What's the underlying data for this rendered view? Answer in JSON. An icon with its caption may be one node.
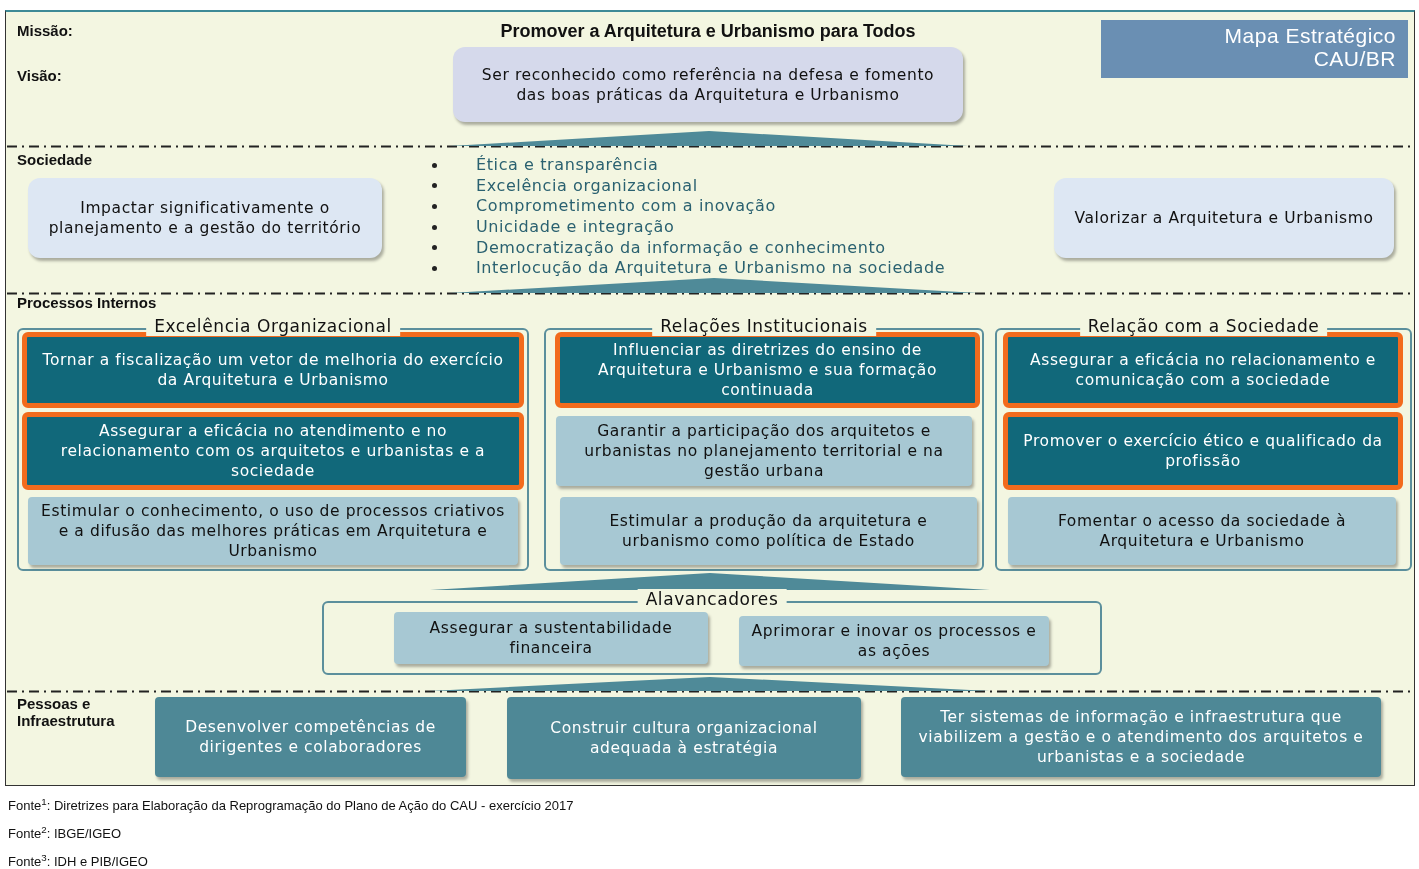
{
  "diagram": {
    "nodes": [
      {
        "text": [
          "Mapa Estratégico CAU/BR"
        ]
      },
      {
        "text": [
          "Ser reconhecido como referência na defesa e fomento das boas práticas da Arquitetura e Urbanismo"
        ]
      },
      {
        "text": [
          "Impactar significativamente o planejamento e a gestão do território"
        ]
      },
      {
        "text": [
          "Valorizar a Arquitetura e Urbanismo"
        ]
      },
      {
        "text": [
          "Excelência Organizacional"
        ]
      },
      {
        "text": [
          "Tornar a fiscalização um vetor de melhoria do exercício da Arquitetura e Urbanismo"
        ],
        "in": 4
      },
      {
        "text": [
          "Assegurar a eficácia no atendimento e no relacionamento com os arquitetos e urbanistas e a sociedade"
        ],
        "in": 4
      },
      {
        "text": [
          "Estimular o conhecimento, o uso de processos criativos e a difusão das melhores práticas em Arquitetura e Urbanismo"
        ],
        "in": 4
      },
      {
        "text": [
          "Relações Institucionais"
        ]
      },
      {
        "text": [
          "Influenciar as diretrizes do ensino de Arquitetura e Urbanismo e sua formação continuada"
        ],
        "in": 8
      },
      {
        "text": [
          "Garantir a participação dos arquitetos e urbanistas no planejamento territorial e na gestão urbana"
        ],
        "in": 8
      },
      {
        "text": [
          "Estimular a produção da arquitetura e urbanismo como política de Estado"
        ],
        "in": 8
      },
      {
        "text": [
          "Relação com a Sociedade"
        ]
      },
      {
        "text": [
          "Assegurar a eficácia no relacionamento e comunicação com a sociedade"
        ],
        "in": 12
      },
      {
        "text": [
          "Promover o exercício ético e qualificado da profissão"
        ],
        "in": 12
      },
      {
        "text": [
          "Fomentar o acesso da sociedade à Arquitetura e Urbanismo"
        ],
        "in": 12
      },
      {
        "text": [
          "Alavancadores"
        ]
      },
      {
        "text": [
          "Assegurar a sustentabilidade financeira"
        ],
        "in": 16
      },
      {
        "text": [
          "Aprimorar e inovar os processos e as ações"
        ],
        "in": 16
      },
      {
        "text": [
          "Desenvolver competências de dirigentes e colaboradores"
        ]
      },
      {
        "text": [
          "Construir cultura organizacional adequada à estratégia"
        ]
      },
      {
        "text": [
          "Ter sistemas de informação e infraestrutura que viabilizem a gestão e o atendimento dos arquitetos e urbanistas e a sociedade"
        ]
      },
      {
        "text": [],
        "shape": "triangle"
      },
      {
        "text": [],
        "shape": "triangle"
      },
      {
        "text": [],
        "shape": "triangle"
      },
      {
        "text": [],
        "shape": "triangle"
      }
    ],
    "labels": [
      "Missão:",
      "Promover a Arquitetura e Urbanismo para Todos",
      "Visão:",
      "Sociedade",
      "Ética e transparência",
      "Excelência organizacional",
      "Comprometimento com a inovação",
      "Unicidade e integração",
      "Democratização da informação e conhecimento",
      "Interlocução da Arquitetura e Urbanismo na sociedade",
      "Processos Internos",
      "Pessoas e Infraestrutura",
      "Fonte$^{1}$: Diretrizes para Elaboração da Reprogramação do Plano de Ação do CAU - exercício 2017",
      "Fonte$^{2}$: IBGE/IGEO",
      "Fonte$^{3}$: IDH e PIB/IGEO"
    ]
  }
}
